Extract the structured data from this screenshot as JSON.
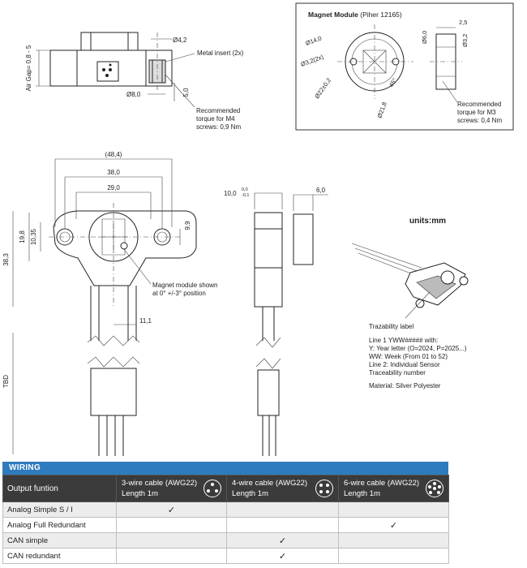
{
  "top_view": {
    "label_air_gap": "Air Gap= 0,8 - 5",
    "dim_42": "Ø4,2",
    "dim_80": "Ø8,0",
    "dim_50": "5,0",
    "label_metal_insert": "Metal insert (2x)",
    "label_torque_m4_1": "Recommended",
    "label_torque_m4_2": "torque for M4",
    "label_torque_m4_3": "screws: 0,9 Nm"
  },
  "magnet_module": {
    "title": "Magnet Module",
    "subtitle": "(Piher 12165)",
    "dim_140": "Ø14,0",
    "dim_32x": "Ø3,2(2x)",
    "dim_22": "Ø22±0,2",
    "dim_218": "Ø21,8",
    "dim_45": "45°",
    "dim_25": "2,5",
    "dim_60": "Ø6,0",
    "dim_32": "Ø3,2",
    "label_torque_m3_1": "Recommended",
    "label_torque_m3_2": "torque for M3",
    "label_torque_m3_3": "screws: 0,4 Nm"
  },
  "front_view": {
    "dim_484": "(48,4)",
    "dim_380": "38,0",
    "dim_290": "29,0",
    "dim_99": "9,9",
    "dim_198": "19,8",
    "dim_1035": "10,35",
    "dim_383": "38,3",
    "dim_111": "11,1",
    "dim_tbd": "TBD",
    "label_magnet_1": "Magnet module shown",
    "label_magnet_2": "at 0° +/-3° position"
  },
  "side_view": {
    "dim_100": "10,0",
    "tol_up": "0,0",
    "tol_down": "-0,1",
    "dim_60": "6,0"
  },
  "units": "units:mm",
  "trace": {
    "label": "Trazability label",
    "line1": "Line 1 YWW##### with:",
    "line2": "Y: Year letter (O=2024, P=2025...)",
    "line3": "WW: Week (From 01 to 52)",
    "line4": "Line 2: Individual Sensor",
    "line5": "Traceability number",
    "material": "Material: Silver Polyester"
  },
  "wiring": {
    "title": "WIRING",
    "header": {
      "col0": "Output funtion",
      "col1_a": "3-wire cable (AWG22)",
      "col1_b": "Length 1m",
      "col2_a": "4-wire cable (AWG22)",
      "col2_b": "Length 1m",
      "col3_a": "6-wire cable (AWG22)",
      "col3_b": "Length 1m"
    },
    "rows": [
      {
        "label": "Analog Simple S / I",
        "c1": "✓",
        "c2": "",
        "c3": ""
      },
      {
        "label": "Analog Full Redundant",
        "c1": "",
        "c2": "",
        "c3": "✓"
      },
      {
        "label": "CAN simple",
        "c1": "",
        "c2": "✓",
        "c3": ""
      },
      {
        "label": "CAN redundant",
        "c1": "",
        "c2": "✓",
        "c3": ""
      }
    ]
  }
}
